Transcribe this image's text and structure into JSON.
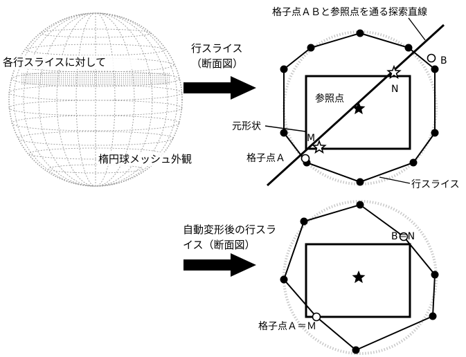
{
  "labels": {
    "sphere_top": "各行スライスに対して",
    "sphere_bottom": "楕円球メッシュ外観",
    "arrow1_line1": "行スライス",
    "arrow1_line2": "（断面図）",
    "search_line_title": "格子点ＡＢと参照点を通る探索直線",
    "point_b": "B",
    "point_n": "N",
    "reference_point": "参照点",
    "original_shape": "元形状",
    "point_m": "M",
    "grid_point_a": "格子点Ａ",
    "row_slice": "行スライス",
    "arrow2_line1": "自動変形後の行スラ",
    "arrow2_line2": "イス（断面図）",
    "b_equals_n": "B＝N",
    "a_equals_m": "格子点Ａ＝Ｍ"
  },
  "colors": {
    "ink": "#000000",
    "mesh": "#9a9a9a",
    "halo": "#c8c8c8",
    "background": "#ffffff"
  },
  "icons": {
    "reference_marker": "filled-star",
    "original_point_marker": "open-star",
    "arrows": "block-right-arrow"
  }
}
